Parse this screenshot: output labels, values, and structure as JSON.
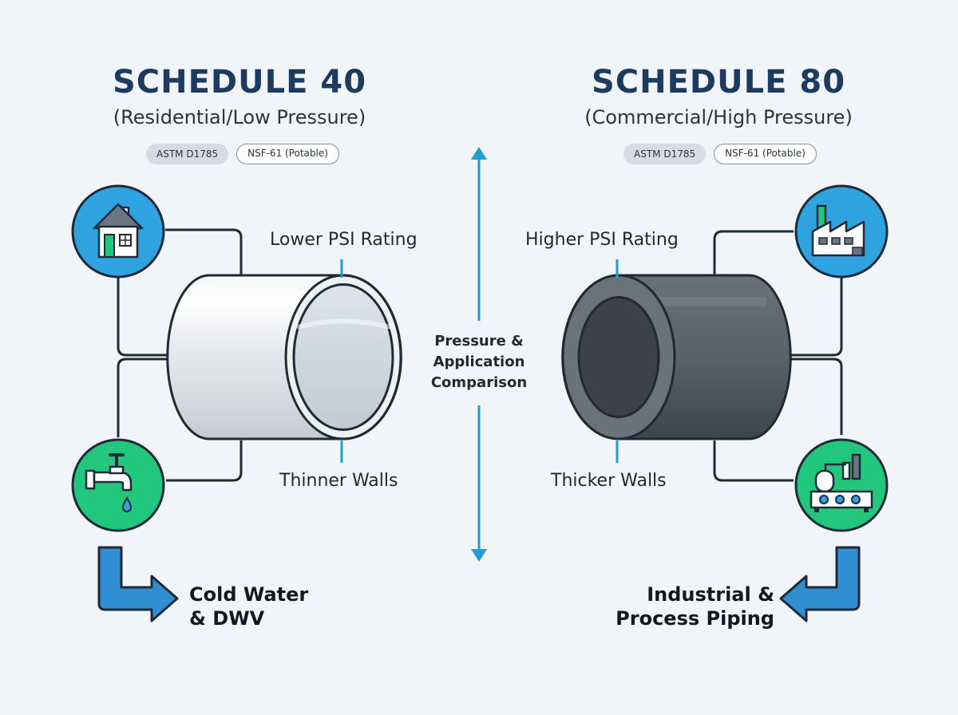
{
  "left": {
    "title": "SCHEDULE 40",
    "subtitle": "(Residential/Low Pressure)",
    "badges": [
      "ASTM D1785",
      "NSF-61 (Potable)"
    ],
    "rating_label": "Lower PSI Rating",
    "wall_label": "Thinner Walls",
    "outcome_line1": "Cold Water",
    "outcome_line2": "& DWV",
    "icons": [
      "house-icon",
      "faucet-icon"
    ]
  },
  "right": {
    "title": "SCHEDULE 80",
    "subtitle": "(Commercial/High Pressure)",
    "badges": [
      "ASTM D1785",
      "NSF-61 (Potable)"
    ],
    "rating_label": "Higher PSI Rating",
    "wall_label": "Thicker Walls",
    "outcome_line1": "Industrial &",
    "outcome_line2": "Process Piping",
    "icons": [
      "factory-icon",
      "industrial-plant-icon"
    ]
  },
  "center": {
    "line1": "Pressure &",
    "line2": "Application",
    "line3": "Comparison"
  },
  "colors": {
    "title": "#1d3a5f",
    "blue_circle": "#2fa3e0",
    "green_circle": "#22c77e",
    "accent_line": "#1f9ed1",
    "connector": "#1e2a38",
    "pipe_light": "#e6eaee",
    "pipe_dark": "#4f565e"
  }
}
